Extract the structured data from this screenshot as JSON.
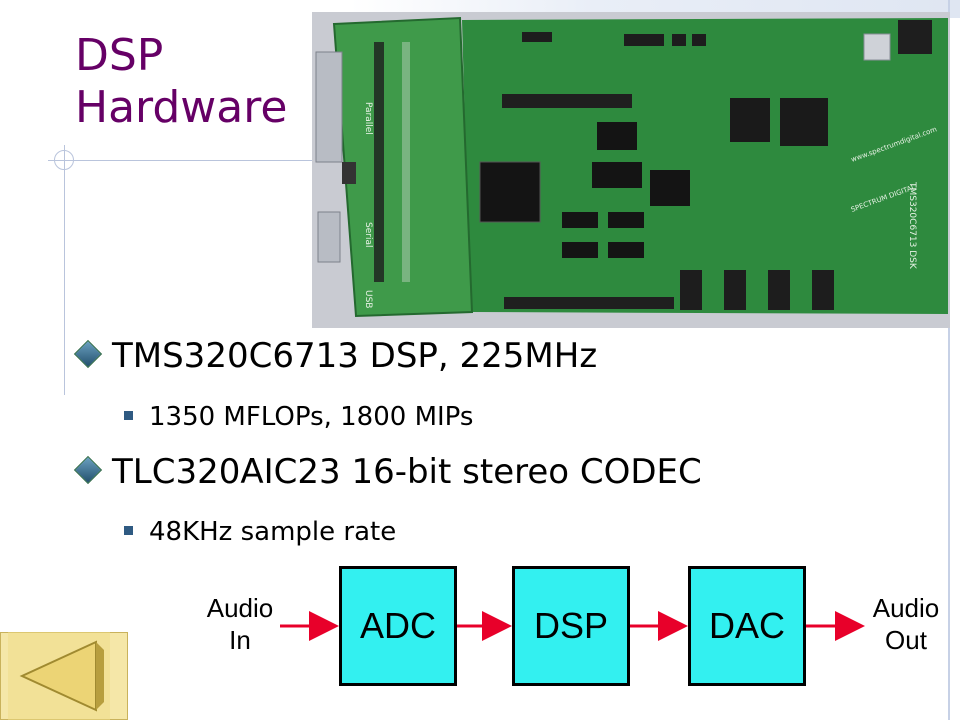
{
  "slide": {
    "title_line1": "DSP",
    "title_line2": "Hardware",
    "bullets": [
      {
        "text": "TMS320C6713 DSP, 225MHz",
        "sub": "1350 MFLOPs, 1800 MIPs"
      },
      {
        "text": "TLC320AIC23 16-bit stereo CODEC",
        "sub": "48KHz sample rate"
      }
    ]
  },
  "diagram": {
    "input_line1": "Audio",
    "input_line2": "In",
    "blocks": [
      "ADC",
      "DSP",
      "DAC"
    ],
    "output_line1": "Audio",
    "output_line2": "Out",
    "block_color": "#33f0f0",
    "arrow_color": "#e8002a"
  },
  "board_silkscreen": {
    "part_label": "TMS320C6713 DSK",
    "maker": "SPECTRUM DIGITAL",
    "url": "www.spectrumdigital.com",
    "side_labels": [
      "Parallel",
      "Serial",
      "USB"
    ]
  },
  "colors": {
    "title": "#660066",
    "board_green": "#2e8a3e",
    "photo_bg": "#c9cbd2"
  },
  "nav": {
    "icon": "back-arrow-icon"
  }
}
